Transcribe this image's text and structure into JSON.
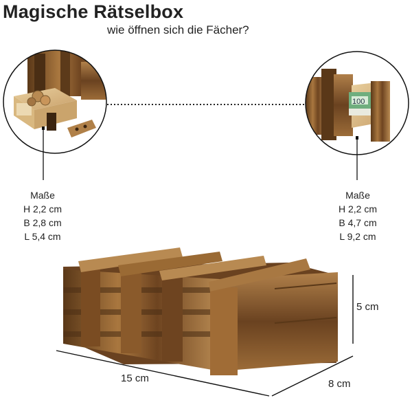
{
  "title": "Magische Rätselbox",
  "subtitle": "wie öffnen sich die Fächer?",
  "left_compartment": {
    "heading": "Maße",
    "lines": [
      "H 2,2 cm",
      "B 2,8 cm",
      "L 5,4 cm"
    ]
  },
  "right_compartment": {
    "heading": "Maße",
    "lines": [
      "H 2,2 cm",
      "B 4,7 cm",
      "L 9,2 cm"
    ]
  },
  "box_dimensions": {
    "height": "5 cm",
    "length": "15 cm",
    "depth": "8 cm"
  },
  "colors": {
    "wood_dark": "#4a2e14",
    "wood_mid": "#8a5a2b",
    "wood_light": "#c9a06a",
    "banknote_green": "#6fae7e"
  }
}
